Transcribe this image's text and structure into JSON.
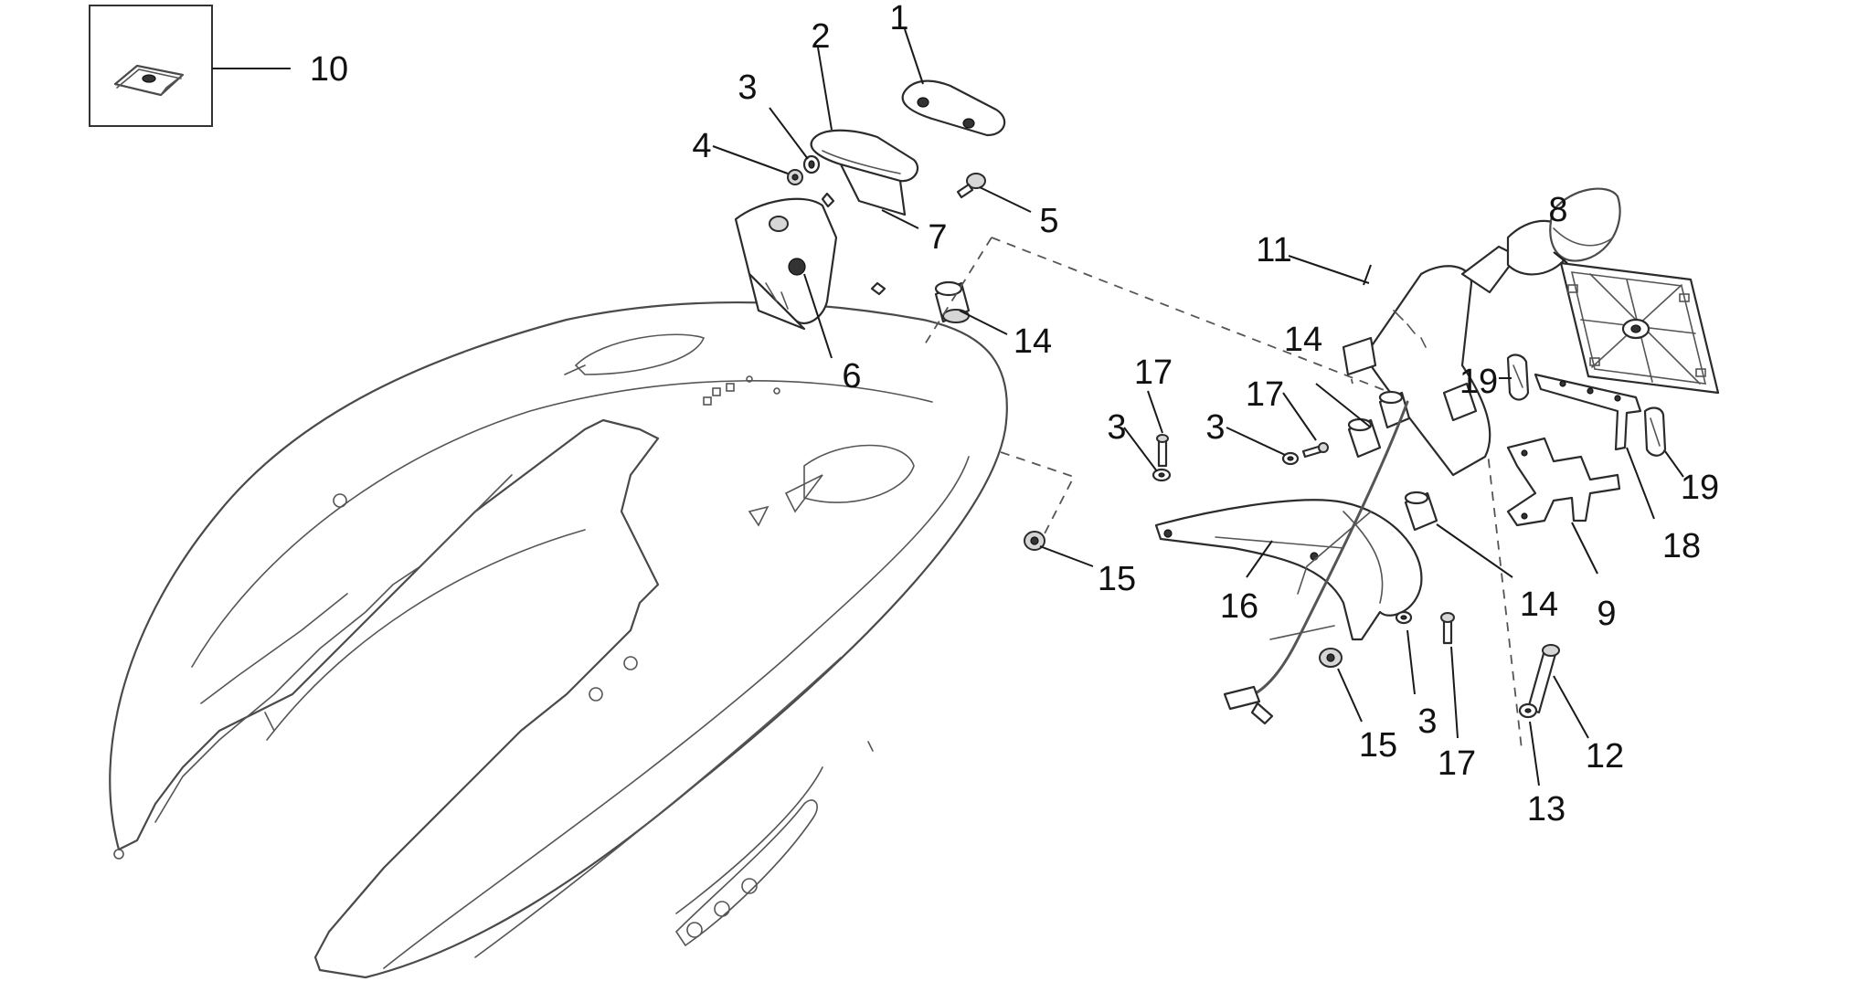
{
  "diagram": {
    "callouts": [
      {
        "id": "c1",
        "text": "1"
      },
      {
        "id": "c2",
        "text": "2"
      },
      {
        "id": "c3a",
        "text": "3"
      },
      {
        "id": "c4",
        "text": "4"
      },
      {
        "id": "c5",
        "text": "5"
      },
      {
        "id": "c6",
        "text": "6"
      },
      {
        "id": "c7",
        "text": "7"
      },
      {
        "id": "c8",
        "text": "8"
      },
      {
        "id": "c9",
        "text": "9"
      },
      {
        "id": "c10",
        "text": "10"
      },
      {
        "id": "c11",
        "text": "11"
      },
      {
        "id": "c12",
        "text": "12"
      },
      {
        "id": "c13",
        "text": "13"
      },
      {
        "id": "c14a",
        "text": "14"
      },
      {
        "id": "c14b",
        "text": "14"
      },
      {
        "id": "c14c",
        "text": "14"
      },
      {
        "id": "c15a",
        "text": "15"
      },
      {
        "id": "c15b",
        "text": "15"
      },
      {
        "id": "c16",
        "text": "16"
      },
      {
        "id": "c17a",
        "text": "17"
      },
      {
        "id": "c17b",
        "text": "17"
      },
      {
        "id": "c17c",
        "text": "17"
      },
      {
        "id": "c3b",
        "text": "3"
      },
      {
        "id": "c3c",
        "text": "3"
      },
      {
        "id": "c3d",
        "text": "3"
      },
      {
        "id": "c18",
        "text": "18"
      },
      {
        "id": "c19a",
        "text": "19"
      },
      {
        "id": "c19b",
        "text": "19"
      }
    ]
  }
}
